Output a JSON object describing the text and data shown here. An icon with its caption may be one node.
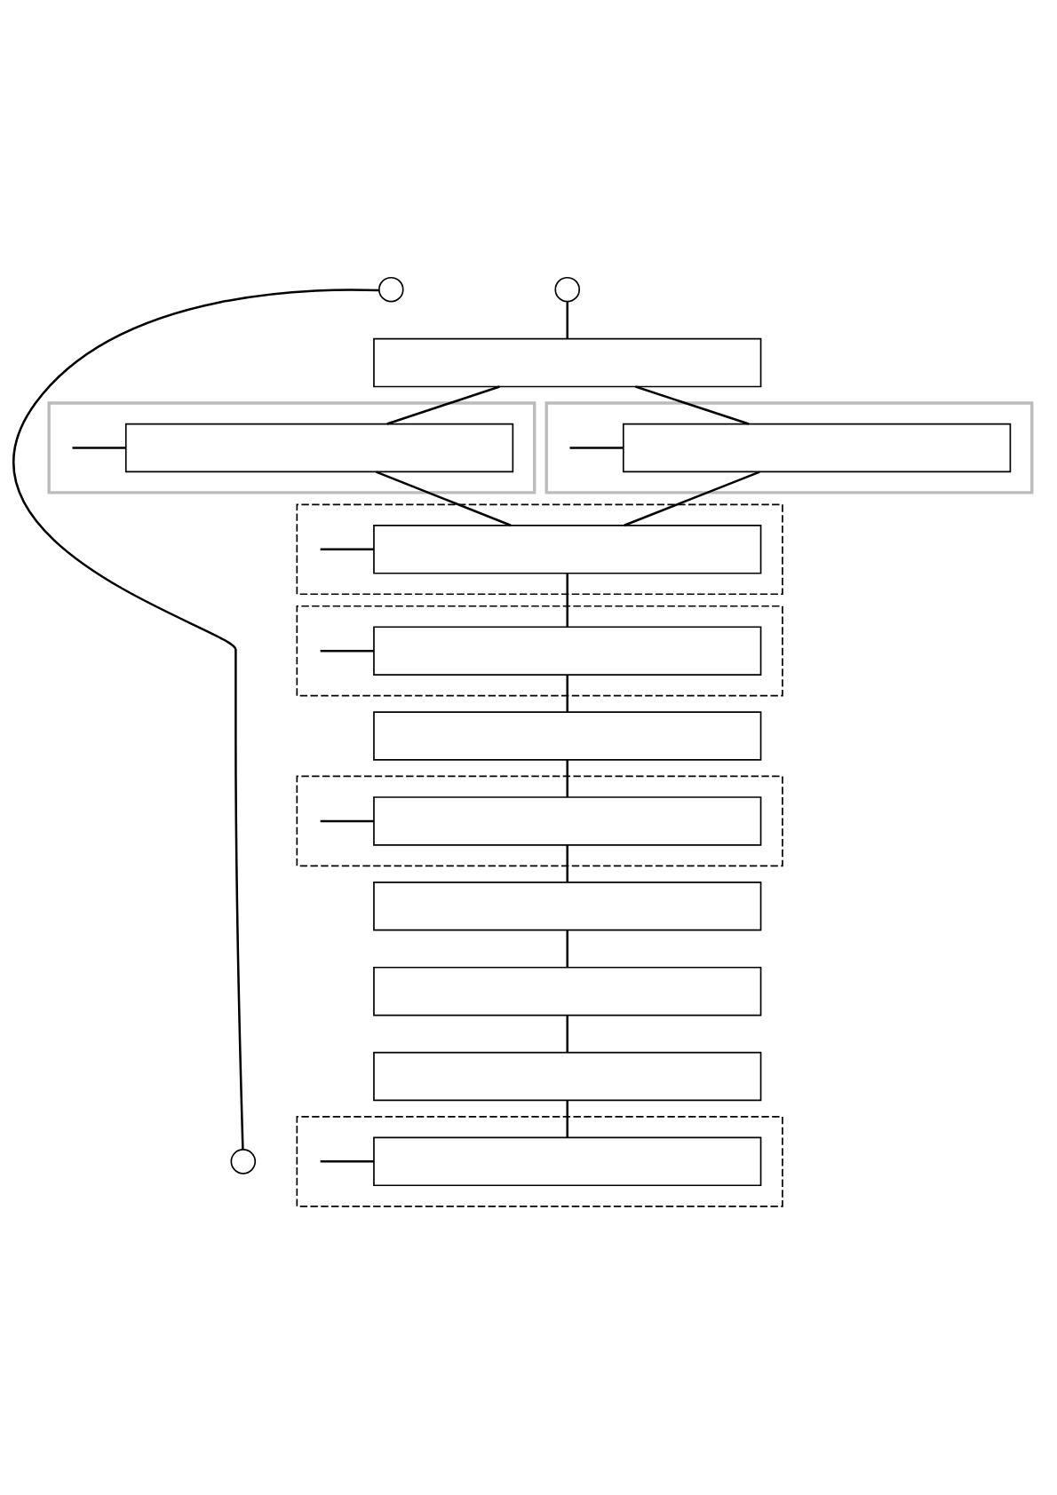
{
  "diagram": {
    "nodes": [
      {
        "text": [],
        "shape": "circle"
      },
      {
        "text": [],
        "shape": "circle"
      },
      {
        "text": [],
        "shape": "box"
      },
      {
        "text": [],
        "shape": "box"
      },
      {
        "text": [],
        "shape": "box",
        "in": 3
      },
      {
        "text": [],
        "shape": "box"
      },
      {
        "text": [],
        "shape": "box",
        "in": 5
      },
      {
        "text": [],
        "shape": "box"
      },
      {
        "text": [],
        "shape": "box",
        "in": 7
      },
      {
        "text": [],
        "shape": "box"
      },
      {
        "text": [],
        "shape": "box",
        "in": 9
      },
      {
        "text": [],
        "shape": "box"
      },
      {
        "text": [],
        "shape": "box"
      },
      {
        "text": [],
        "shape": "box",
        "in": 12
      },
      {
        "text": [],
        "shape": "box"
      },
      {
        "text": [],
        "shape": "box"
      },
      {
        "text": [],
        "shape": "box"
      },
      {
        "text": [],
        "shape": "box"
      },
      {
        "text": [],
        "shape": "box",
        "in": 17
      },
      {
        "text": [],
        "shape": "circle"
      }
    ],
    "edges": [
      {
        "from": 0,
        "to": 19,
        "arrow": "none"
      },
      {
        "from": 1,
        "to": 2,
        "arrow": "none"
      },
      {
        "from": 2,
        "to": 4,
        "arrow": "none"
      },
      {
        "from": 2,
        "to": 6,
        "arrow": "none"
      },
      {
        "from": 4,
        "to": null,
        "arrow": "none"
      },
      {
        "from": 6,
        "to": null,
        "arrow": "none"
      },
      {
        "from": 4,
        "to": 8,
        "arrow": "none"
      },
      {
        "from": 6,
        "to": 8,
        "arrow": "none"
      },
      {
        "from": 8,
        "to": null,
        "arrow": "none"
      },
      {
        "from": 8,
        "to": 10,
        "arrow": "none"
      },
      {
        "from": 10,
        "to": null,
        "arrow": "none"
      },
      {
        "from": 10,
        "to": 11,
        "arrow": "none"
      },
      {
        "from": 11,
        "to": 13,
        "arrow": "none"
      },
      {
        "from": 13,
        "to": null,
        "arrow": "none"
      },
      {
        "from": 13,
        "to": 14,
        "arrow": "none"
      },
      {
        "from": 14,
        "to": 15,
        "arrow": "none"
      },
      {
        "from": 15,
        "to": 16,
        "arrow": "none"
      },
      {
        "from": 16,
        "to": 18,
        "arrow": "none"
      },
      {
        "from": 18,
        "to": null,
        "arrow": "none"
      }
    ]
  }
}
